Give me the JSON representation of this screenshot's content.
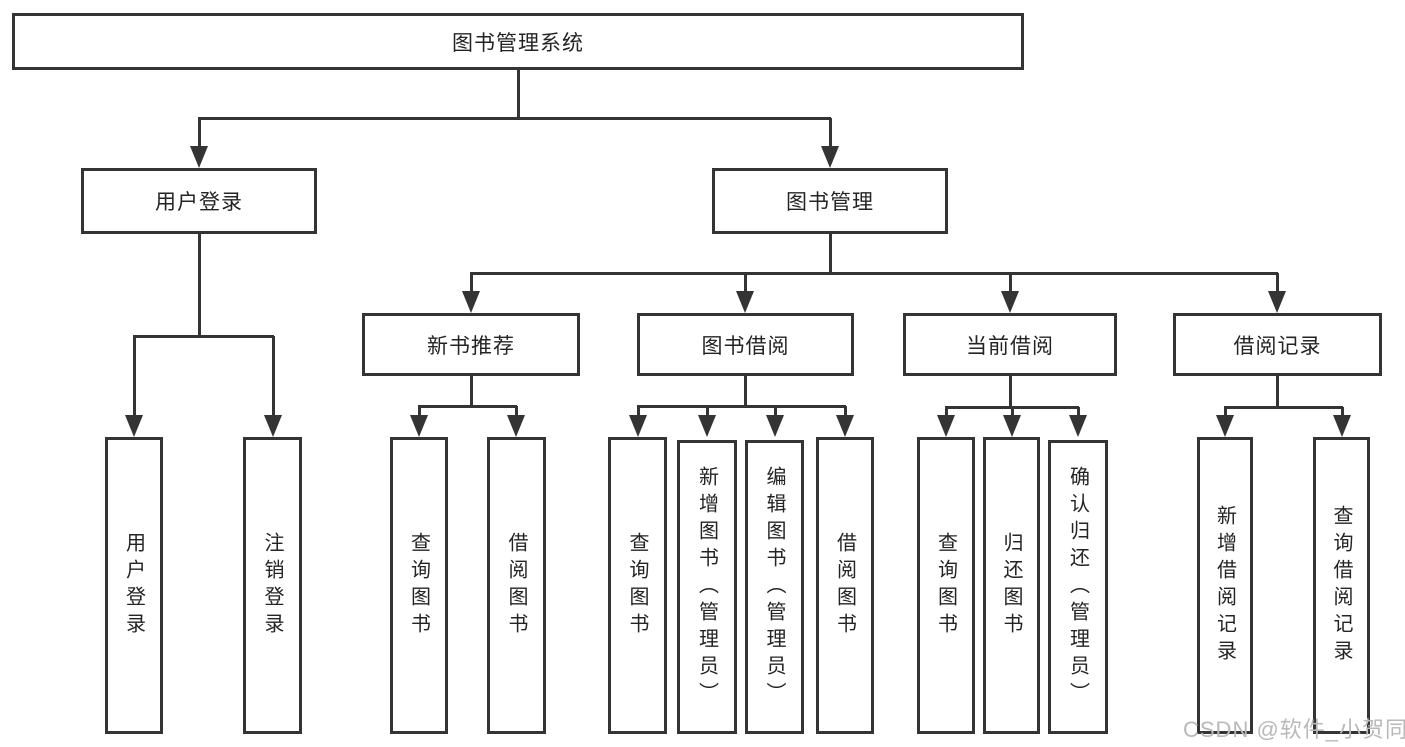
{
  "nodes": {
    "root": "图书管理系统",
    "user_login": "用户登录",
    "book_mgmt": "图书管理",
    "new_book_rec": "新书推荐",
    "book_borrowing": "图书借阅",
    "current_borrowing": "当前借阅",
    "borrowing_records": "借阅记录",
    "leaf_user_login": "用户登录",
    "leaf_logout": "注销登录",
    "leaf_query_books_rec": "查询图书",
    "leaf_borrow_books_rec": "借阅图书",
    "leaf_query_books_borrow": "查询图书",
    "leaf_add_book_admin": "新增图书（管理员）",
    "leaf_edit_book_admin": "编辑图书（管理员）",
    "leaf_borrow_books_borrow": "借阅图书",
    "leaf_query_books_current": "查询图书",
    "leaf_return_books": "归还图书",
    "leaf_confirm_return_admin": "确认归还（管理员）",
    "leaf_add_borrow_record": "新增借阅记录",
    "leaf_query_borrow_record": "查询借阅记录"
  },
  "watermark": "CSDN @软件_小贺同学"
}
